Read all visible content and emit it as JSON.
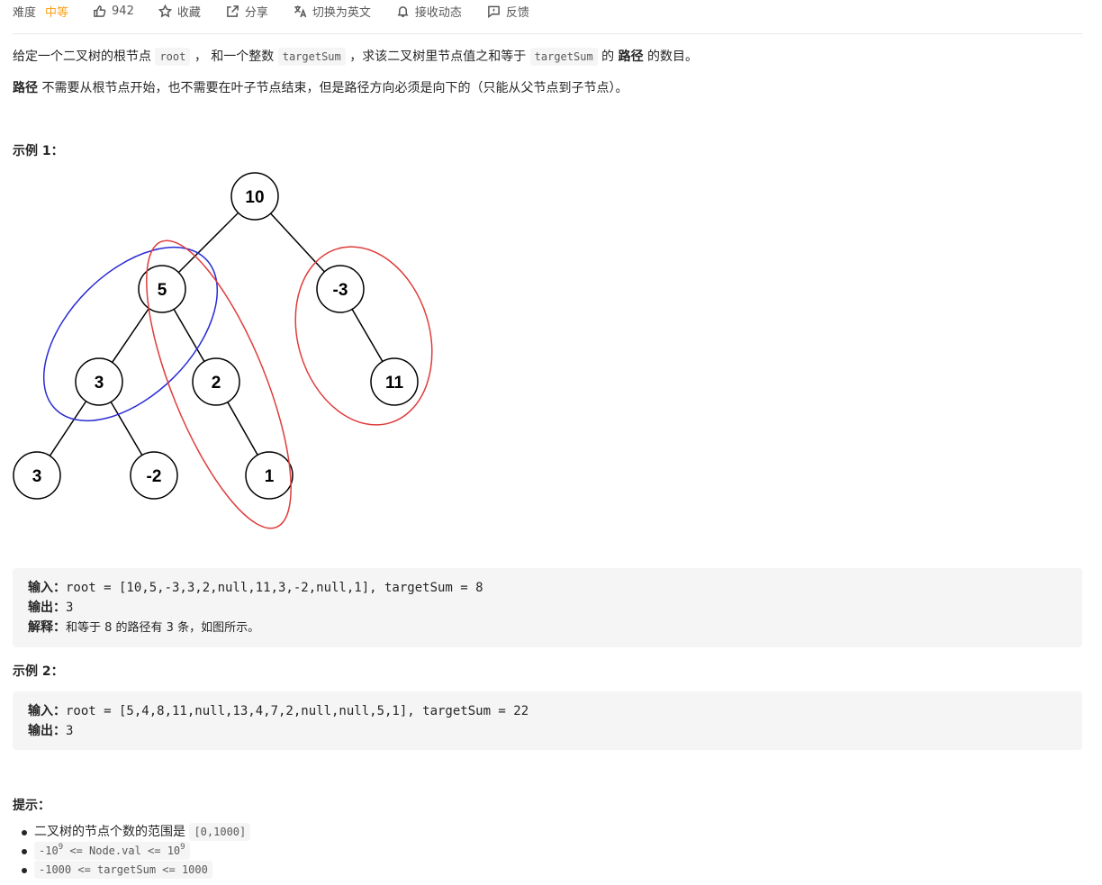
{
  "toolbar": {
    "difficulty_label": "难度",
    "difficulty_value": "中等",
    "likes": "942",
    "favorite": "收藏",
    "share": "分享",
    "switch_lang": "切换为英文",
    "notify": "接收动态",
    "feedback": "反馈"
  },
  "colors": {
    "difficulty": "#ffa116",
    "red_circle": "#e03c3c",
    "blue_circle": "#2b2bd6"
  },
  "description": {
    "p1_a": "给定一个二叉树的根节点",
    "p1_code1": "root",
    "p1_b": "，  和一个整数",
    "p1_code2": "targetSum",
    "p1_c": "，求该二叉树里节点值之和等于",
    "p1_code3": "targetSum",
    "p1_d": "的",
    "p1_bold": "路径",
    "p1_e": "的数目。",
    "p2_bold": "路径",
    "p2_text": "不需要从根节点开始，也不需要在叶子节点结束，但是路径方向必须是向下的（只能从父节点到子节点）。"
  },
  "example1": {
    "title": "示例 1：",
    "tree_nodes": [
      "10",
      "5",
      "-3",
      "3",
      "2",
      "11",
      "3",
      "-2",
      "1"
    ],
    "input_label": "输入：",
    "input_value": "root = [10,5,-3,3,2,null,11,3,-2,null,1], targetSum = 8",
    "output_label": "输出：",
    "output_value": "3",
    "explain_label": "解释：",
    "explain_value": "和等于 8 的路径有 3 条，如图所示。"
  },
  "example2": {
    "title": "示例 2：",
    "input_label": "输入：",
    "input_value": "root = [5,4,8,11,null,13,4,7,2,null,null,5,1], targetSum = 22",
    "output_label": "输出：",
    "output_value": "3"
  },
  "hints": {
    "title": "提示：",
    "item1_text": "二叉树的节点个数的范围是",
    "item1_code": "[0,1000]",
    "item2_a": "-10",
    "item2_sup1": "9",
    "item2_b": " <= Node.val <= 10",
    "item2_sup2": "9",
    "item3_code": "-1000 <= targetSum <= 1000"
  }
}
